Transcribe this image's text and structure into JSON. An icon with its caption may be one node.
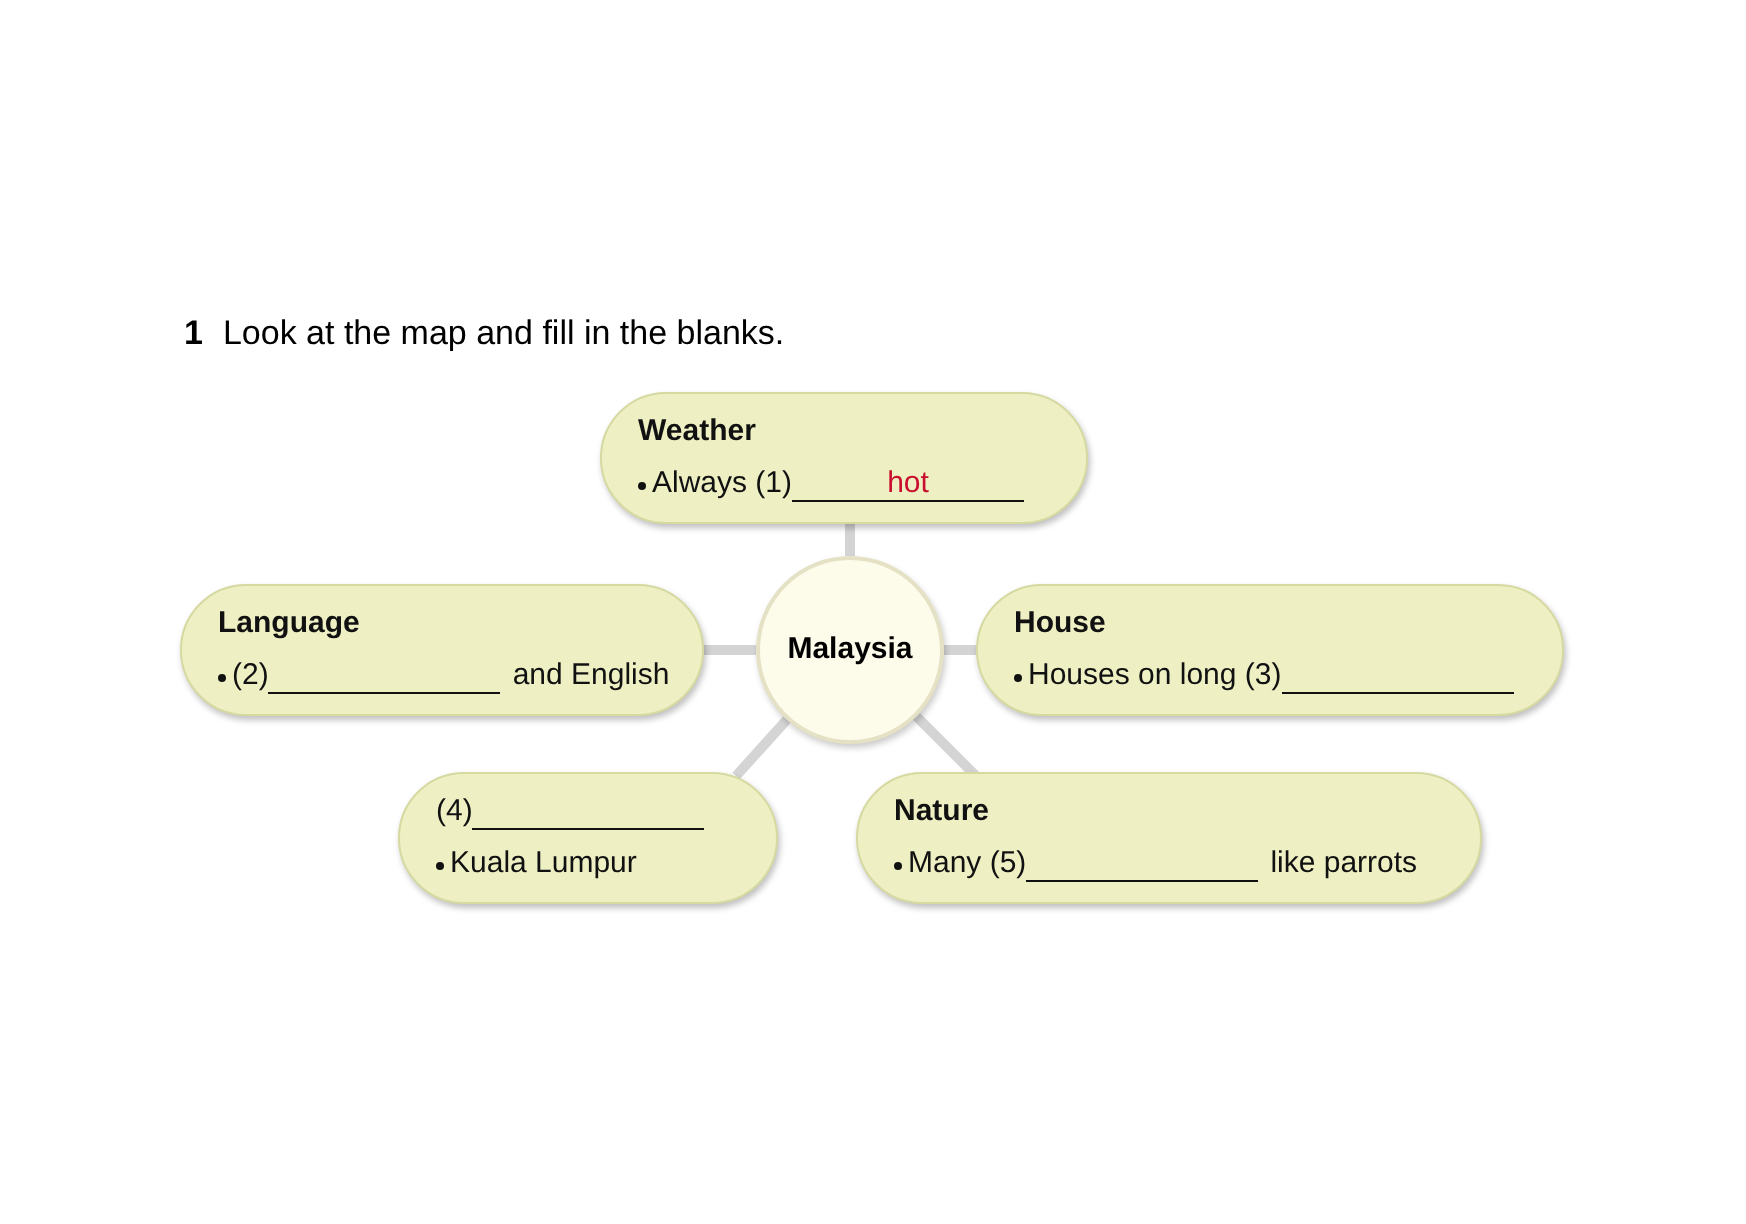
{
  "diagram": {
    "title": "Look at the map and fill in the blanks.",
    "nodes": [
      {
        "text": [
          "Malaysia"
        ]
      },
      {
        "text": [
          "Weather",
          "Always (1)",
          "hot"
        ]
      },
      {
        "text": [
          "Language",
          "(2)",
          "and English"
        ]
      },
      {
        "text": [
          "House",
          "Houses on long (3)"
        ]
      },
      {
        "text": [
          "(4)",
          "Kuala Lumpur"
        ]
      },
      {
        "text": [
          "Nature",
          "Many (5)",
          "like parrots"
        ]
      }
    ],
    "edges": [
      {
        "from": 0,
        "to": 1,
        "arrow": "none"
      },
      {
        "from": 0,
        "to": 2,
        "arrow": "none"
      },
      {
        "from": 0,
        "to": 3,
        "arrow": "none"
      },
      {
        "from": 0,
        "to": 4,
        "arrow": "none"
      },
      {
        "from": 0,
        "to": 5,
        "arrow": "none"
      }
    ],
    "labels": [
      "1"
    ]
  }
}
